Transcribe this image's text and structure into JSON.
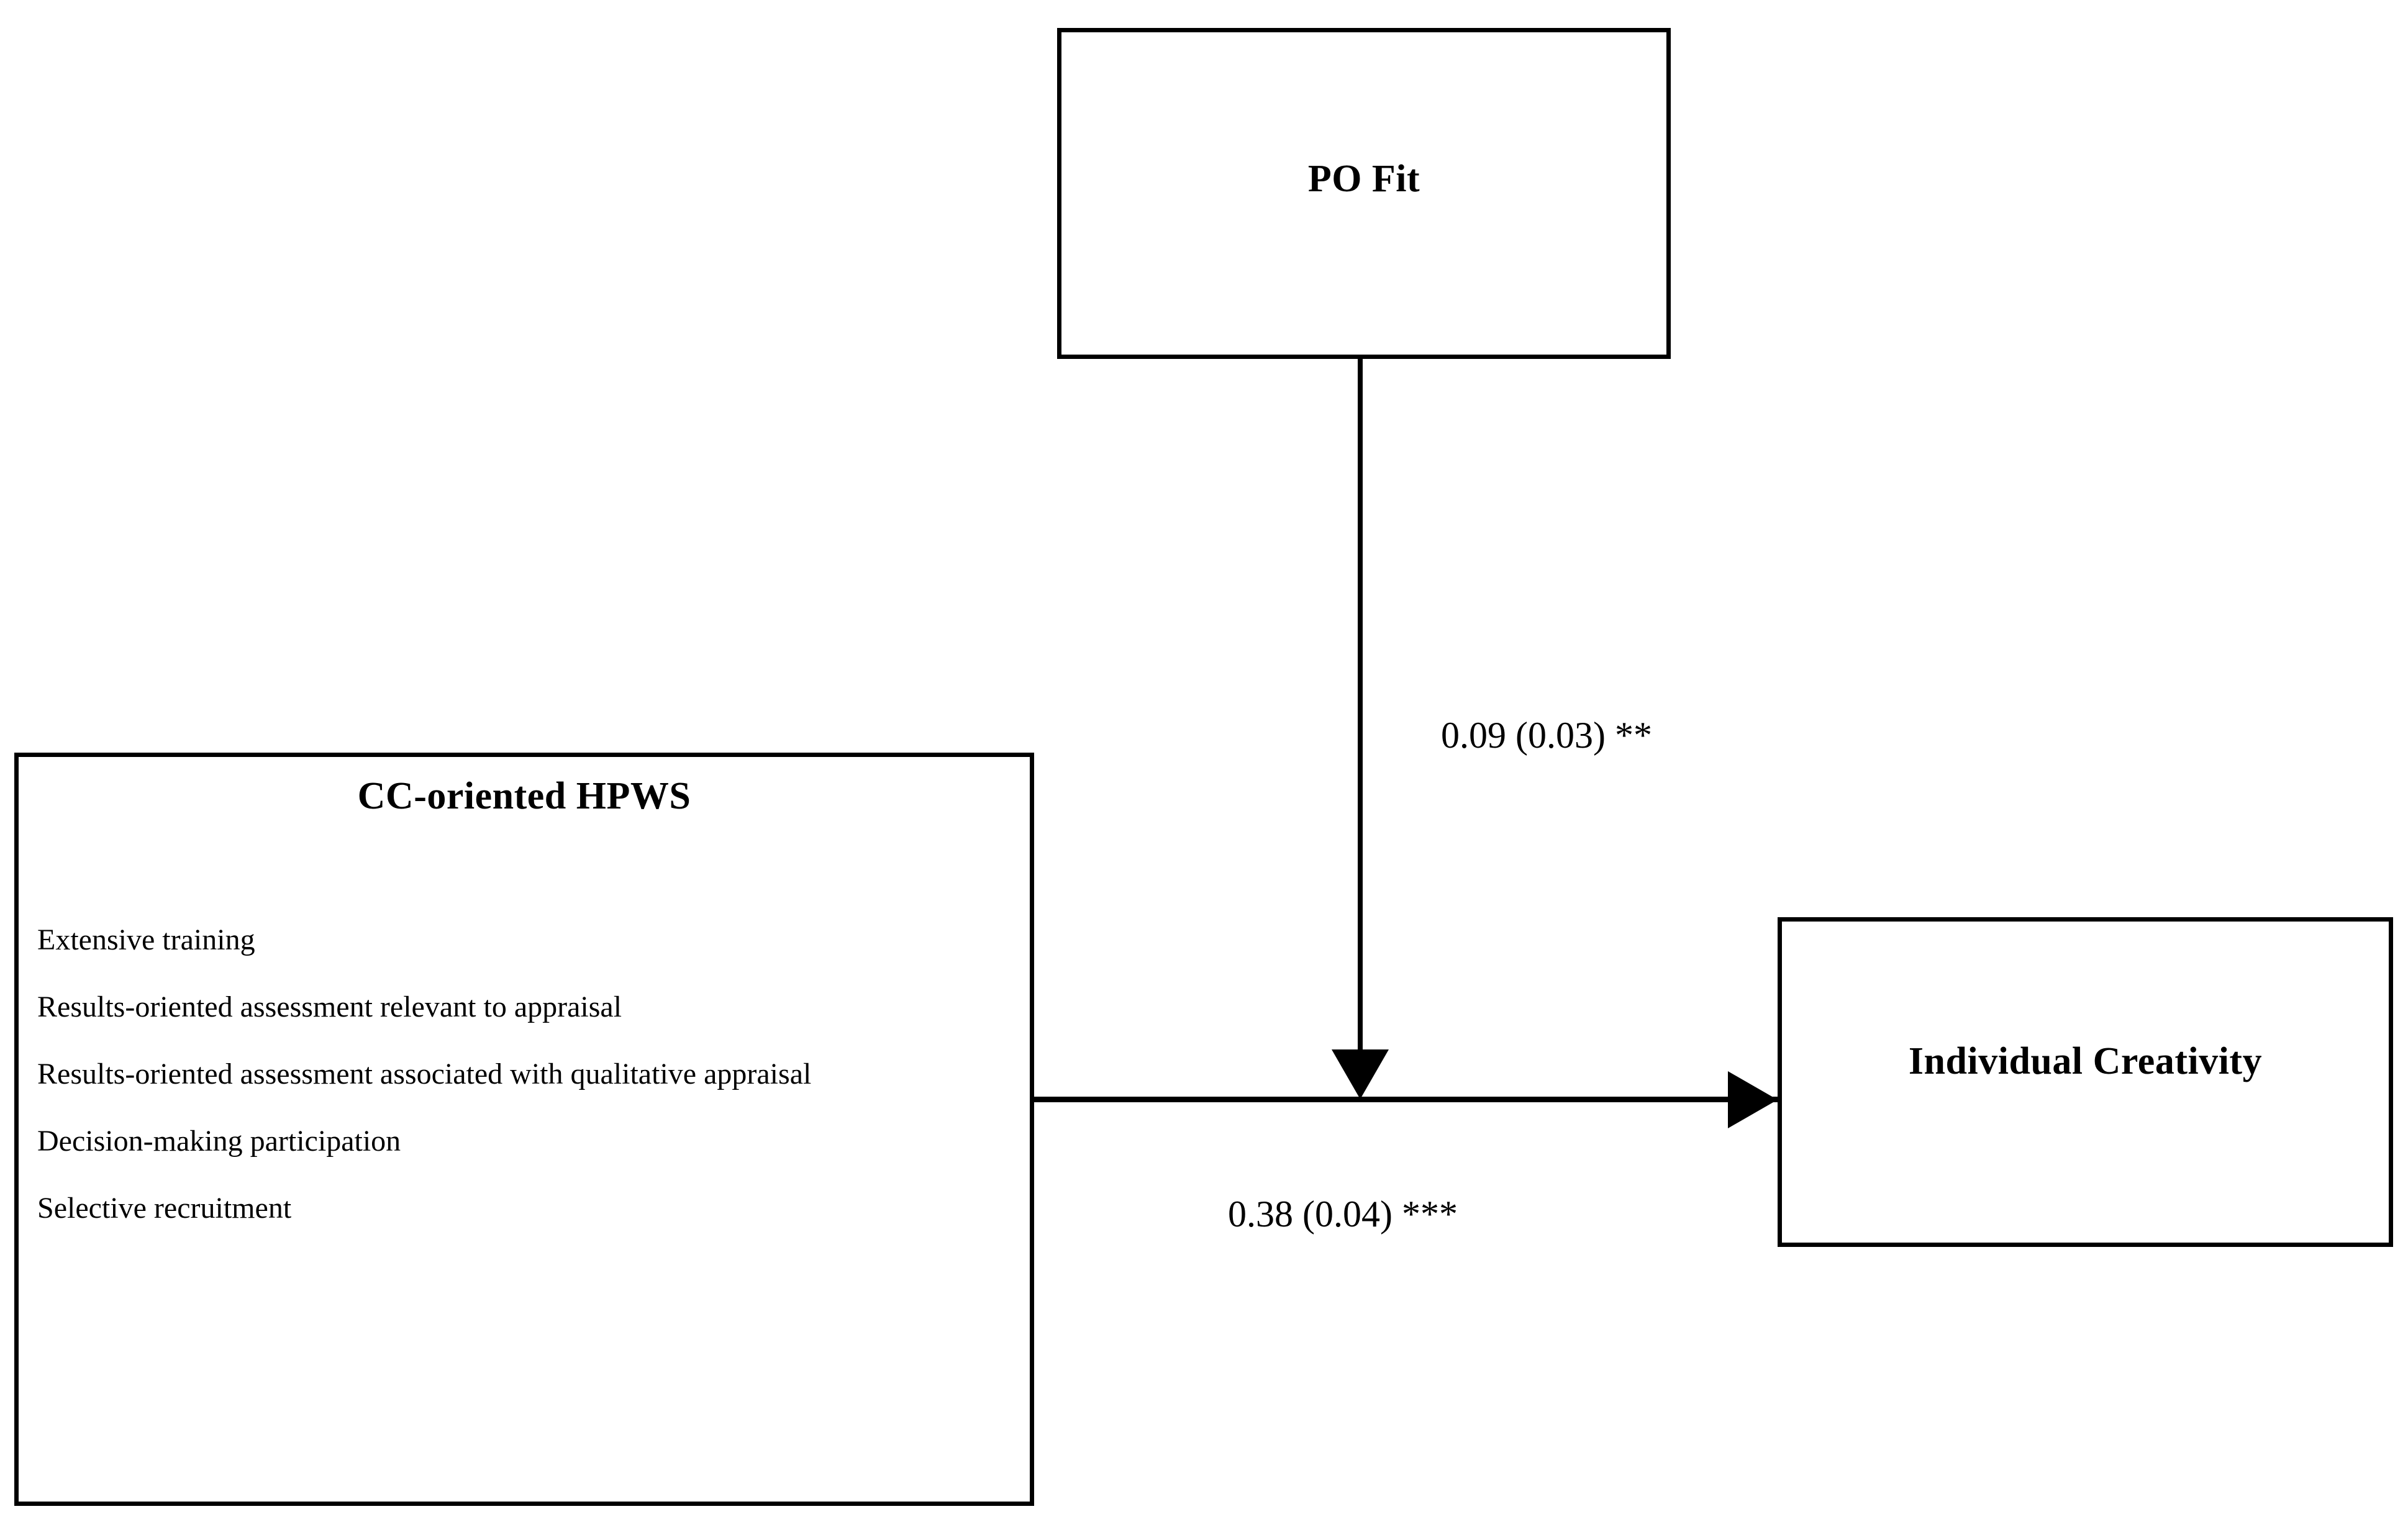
{
  "diagram": {
    "type": "path-model",
    "nodes": {
      "mediator": {
        "label": "PO Fit"
      },
      "predictor": {
        "label": "CC-oriented HPWS",
        "items": [
          "Extensive training",
          "Results-oriented assessment relevant to appraisal",
          "Results-oriented assessment associated with qualitative appraisal",
          "Decision-making participation",
          "Selective recruitment"
        ]
      },
      "outcome": {
        "label": "Individual Creativity"
      }
    },
    "paths": [
      {
        "from": "PO Fit",
        "to": "Individual Creativity",
        "label": "0.09 (0.03) **",
        "estimate": 0.09,
        "standard_error": 0.03,
        "significance": "**"
      },
      {
        "from": "CC-oriented HPWS",
        "to": "Individual Creativity",
        "label": "0.38 (0.04) ***",
        "estimate": 0.38,
        "standard_error": 0.04,
        "significance": "***"
      }
    ],
    "colors": {
      "stroke": "#000000",
      "background": "#ffffff",
      "text": "#000000"
    }
  }
}
